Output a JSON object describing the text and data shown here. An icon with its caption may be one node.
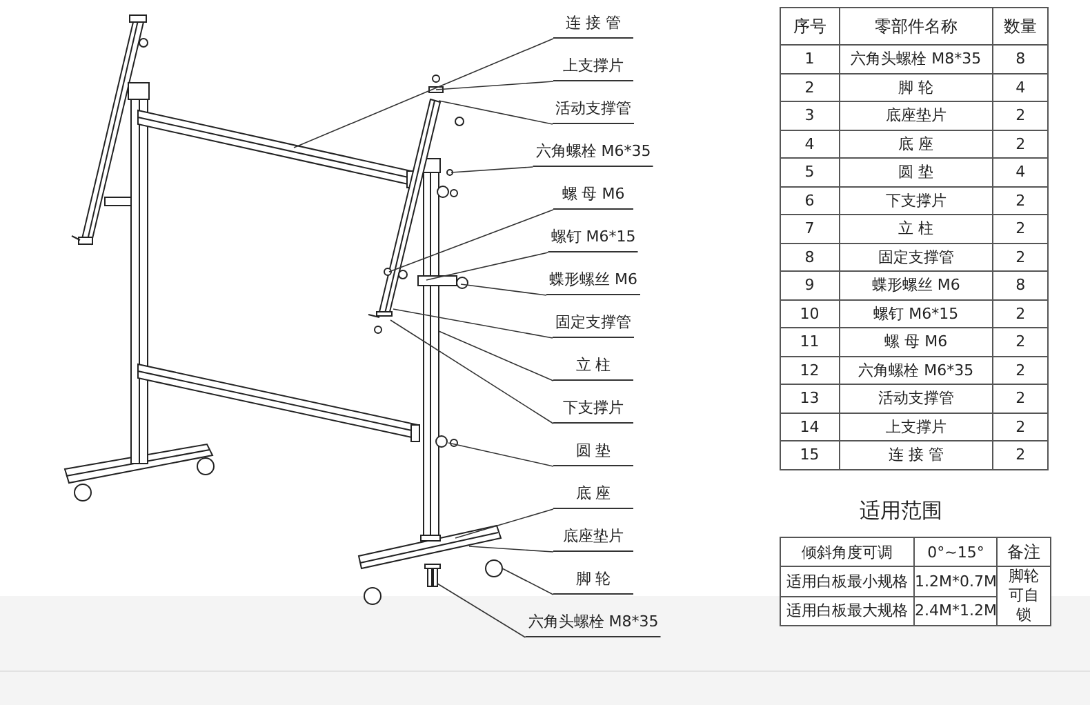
{
  "diagram": {
    "nodes": [
      {
        "text": [
          "连 接 管"
        ]
      },
      {
        "text": [
          "上支撑片"
        ]
      },
      {
        "text": [
          "活动支撑管"
        ]
      },
      {
        "text": [
          "六角螺栓 M6*35"
        ]
      },
      {
        "text": [
          "螺 母 M6"
        ]
      },
      {
        "text": [
          "螺钉 M6*15"
        ]
      },
      {
        "text": [
          "蝶形螺丝 M6"
        ]
      },
      {
        "text": [
          "固定支撑管"
        ]
      },
      {
        "text": [
          "立 柱"
        ]
      },
      {
        "text": [
          "下支撑片"
        ]
      },
      {
        "text": [
          "圆 垫"
        ]
      },
      {
        "text": [
          "底 座"
        ]
      },
      {
        "text": [
          "底座垫片"
        ]
      },
      {
        "text": [
          "脚 轮"
        ]
      },
      {
        "text": [
          "六角头螺栓 M8*35"
        ]
      }
    ],
    "edges": [
      {
        "from": 0,
        "to": null,
        "arrow": "none"
      },
      {
        "from": 1,
        "to": null,
        "arrow": "none"
      },
      {
        "from": 2,
        "to": null,
        "arrow": "none"
      },
      {
        "from": 3,
        "to": null,
        "arrow": "none"
      },
      {
        "from": 4,
        "to": null,
        "arrow": "none"
      },
      {
        "from": 5,
        "to": null,
        "arrow": "none"
      },
      {
        "from": 6,
        "to": null,
        "arrow": "none"
      },
      {
        "from": 7,
        "to": null,
        "arrow": "none"
      },
      {
        "from": 8,
        "to": null,
        "arrow": "none"
      },
      {
        "from": 9,
        "to": null,
        "arrow": "none"
      },
      {
        "from": 10,
        "to": null,
        "arrow": "none"
      },
      {
        "from": 11,
        "to": null,
        "arrow": "none"
      },
      {
        "from": 12,
        "to": null,
        "arrow": "none"
      },
      {
        "from": 13,
        "to": null,
        "arrow": "none"
      },
      {
        "from": 14,
        "to": null,
        "arrow": "none"
      }
    ],
    "labels": [
      "序号",
      "零部件名称",
      "数量",
      "1",
      "六角头螺栓 M8*35",
      "8",
      "2",
      "脚 轮",
      "4",
      "3",
      "底座垫片",
      "2",
      "4",
      "底 座",
      "2",
      "5",
      "圆 垫",
      "4",
      "6",
      "下支撑片",
      "2",
      "7",
      "立 柱",
      "2",
      "8",
      "固定支撑管",
      "2",
      "9",
      "蝶形螺丝 M6",
      "8",
      "10",
      "螺钉 M6*15",
      "2",
      "11",
      "螺 母 M6",
      "2",
      "12",
      "六角螺栓 M6*35",
      "2",
      "13",
      "活动支撑管",
      "2",
      "14",
      "上支撑片",
      "2",
      "15",
      "连 接 管",
      "2",
      "适用范围",
      "倾斜角度可调",
      "0°~15°",
      "备注",
      "适用白板最小规格",
      "1.2M*0.7M",
      "脚轮可自锁",
      "适用白板最大规格",
      "2.4M*1.2M"
    ]
  }
}
